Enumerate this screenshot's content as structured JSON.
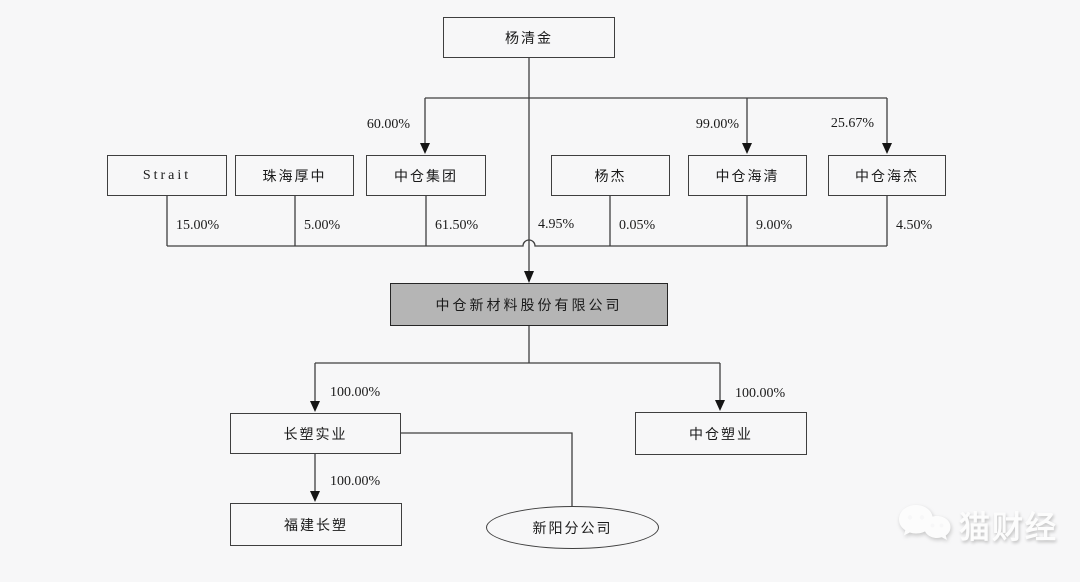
{
  "palette": {
    "background": "#f7f7f8",
    "line": "#3f3f3f",
    "company_fill": "#b5b5b5",
    "text": "#1a1a1a",
    "watermark": "#fdfdfd"
  },
  "nodes": {
    "controller": {
      "label": "杨清金"
    },
    "shareholders": [
      {
        "label": "Strait",
        "stake": "15.00%"
      },
      {
        "label": "珠海厚中",
        "stake": "5.00%"
      },
      {
        "label": "中仓集团",
        "stake": "61.50%",
        "controller_stake": "60.00%"
      },
      {
        "label": "杨杰",
        "stake": "0.05%"
      },
      {
        "label": "中仓海清",
        "stake": "9.00%",
        "controller_stake": "99.00%"
      },
      {
        "label": "中仓海杰",
        "stake": "4.50%",
        "controller_stake": "25.67%"
      }
    ],
    "controller_direct_stake": "4.95%",
    "company": {
      "label": "中仓新材料股份有限公司"
    },
    "subsidiaries": [
      {
        "label": "长塑实业",
        "stake": "100.00%"
      },
      {
        "label": "中仓塑业",
        "stake": "100.00%"
      }
    ],
    "second_tier": {
      "label": "福建长塑",
      "stake": "100.00%"
    },
    "branch": {
      "label": "新阳分公司"
    }
  },
  "watermark": {
    "label": "猫财经"
  }
}
